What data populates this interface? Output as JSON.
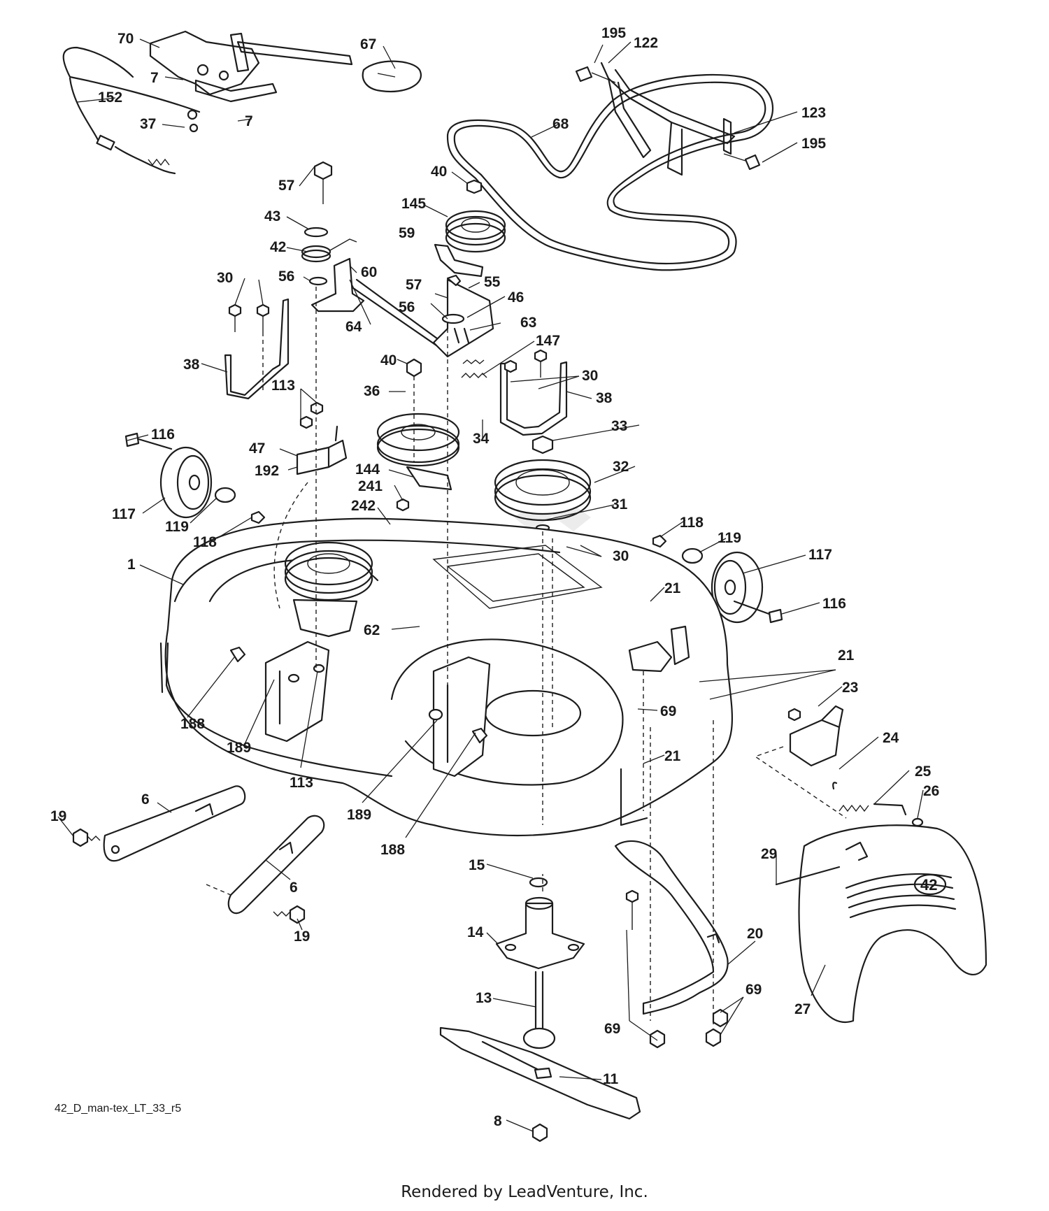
{
  "diagram": {
    "drawing_id": "42_D_man-tex_LT_33_r5",
    "credit": "Rendered by LeadVenture, Inc.",
    "deck_badge": "42",
    "callouts": [
      {
        "id": "c-70",
        "label": "70"
      },
      {
        "id": "c-67",
        "label": "67"
      },
      {
        "id": "c-7a",
        "label": "7"
      },
      {
        "id": "c-152",
        "label": "152"
      },
      {
        "id": "c-37",
        "label": "37"
      },
      {
        "id": "c-7b",
        "label": "7"
      },
      {
        "id": "c-195a",
        "label": "195"
      },
      {
        "id": "c-122",
        "label": "122"
      },
      {
        "id": "c-123",
        "label": "123"
      },
      {
        "id": "c-68",
        "label": "68"
      },
      {
        "id": "c-195b",
        "label": "195"
      },
      {
        "id": "c-57a",
        "label": "57"
      },
      {
        "id": "c-40a",
        "label": "40"
      },
      {
        "id": "c-43",
        "label": "43"
      },
      {
        "id": "c-145",
        "label": "145"
      },
      {
        "id": "c-42",
        "label": "42"
      },
      {
        "id": "c-59",
        "label": "59"
      },
      {
        "id": "c-60",
        "label": "60"
      },
      {
        "id": "c-56a",
        "label": "56"
      },
      {
        "id": "c-55",
        "label": "55"
      },
      {
        "id": "c-30a",
        "label": "30"
      },
      {
        "id": "c-57b",
        "label": "57"
      },
      {
        "id": "c-46",
        "label": "46"
      },
      {
        "id": "c-56b",
        "label": "56"
      },
      {
        "id": "c-64",
        "label": "64"
      },
      {
        "id": "c-63",
        "label": "63"
      },
      {
        "id": "c-147",
        "label": "147"
      },
      {
        "id": "c-38a",
        "label": "38"
      },
      {
        "id": "c-40b",
        "label": "40"
      },
      {
        "id": "c-30b",
        "label": "30"
      },
      {
        "id": "c-113a",
        "label": "113"
      },
      {
        "id": "c-36",
        "label": "36"
      },
      {
        "id": "c-38b",
        "label": "38"
      },
      {
        "id": "c-116a",
        "label": "116"
      },
      {
        "id": "c-34",
        "label": "34"
      },
      {
        "id": "c-33",
        "label": "33"
      },
      {
        "id": "c-47",
        "label": "47"
      },
      {
        "id": "c-192",
        "label": "192"
      },
      {
        "id": "c-144",
        "label": "144"
      },
      {
        "id": "c-32",
        "label": "32"
      },
      {
        "id": "c-241",
        "label": "241"
      },
      {
        "id": "c-242",
        "label": "242"
      },
      {
        "id": "c-31",
        "label": "31"
      },
      {
        "id": "c-117a",
        "label": "117"
      },
      {
        "id": "c-119a",
        "label": "119"
      },
      {
        "id": "c-118a",
        "label": "118"
      },
      {
        "id": "c-118b",
        "label": "118"
      },
      {
        "id": "c-119b",
        "label": "119"
      },
      {
        "id": "c-30c",
        "label": "30"
      },
      {
        "id": "c-117b",
        "label": "117"
      },
      {
        "id": "c-1",
        "label": "1"
      },
      {
        "id": "c-21a",
        "label": "21"
      },
      {
        "id": "c-116b",
        "label": "116"
      },
      {
        "id": "c-62",
        "label": "62"
      },
      {
        "id": "c-21b",
        "label": "21"
      },
      {
        "id": "c-23",
        "label": "23"
      },
      {
        "id": "c-188a",
        "label": "188"
      },
      {
        "id": "c-69a",
        "label": "69"
      },
      {
        "id": "c-189a",
        "label": "189"
      },
      {
        "id": "c-24",
        "label": "24"
      },
      {
        "id": "c-21c",
        "label": "21"
      },
      {
        "id": "c-25",
        "label": "25"
      },
      {
        "id": "c-113b",
        "label": "113"
      },
      {
        "id": "c-26",
        "label": "26"
      },
      {
        "id": "c-19a",
        "label": "19"
      },
      {
        "id": "c-6a",
        "label": "6"
      },
      {
        "id": "c-189b",
        "label": "189"
      },
      {
        "id": "c-188b",
        "label": "188"
      },
      {
        "id": "c-29",
        "label": "29"
      },
      {
        "id": "c-15",
        "label": "15"
      },
      {
        "id": "c-6b",
        "label": "6"
      },
      {
        "id": "c-19b",
        "label": "19"
      },
      {
        "id": "c-14",
        "label": "14"
      },
      {
        "id": "c-20",
        "label": "20"
      },
      {
        "id": "c-69b",
        "label": "69"
      },
      {
        "id": "c-13",
        "label": "13"
      },
      {
        "id": "c-27",
        "label": "27"
      },
      {
        "id": "c-69c",
        "label": "69"
      },
      {
        "id": "c-11",
        "label": "11"
      },
      {
        "id": "c-8",
        "label": "8"
      }
    ]
  }
}
